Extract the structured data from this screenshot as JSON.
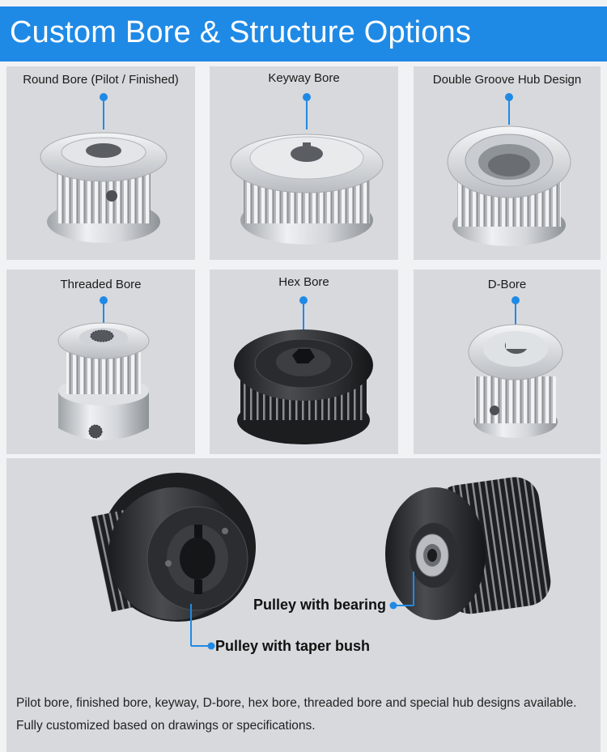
{
  "header": {
    "title": "Custom Bore & Structure Options"
  },
  "accent_color": "#1f8ae6",
  "panels": [
    {
      "label": "Round Bore (Pilot / Finished)",
      "icon": "round-bore-pulley-icon"
    },
    {
      "label": "Keyway Bore",
      "icon": "keyway-bore-pulley-icon"
    },
    {
      "label": "Double Groove Hub Design",
      "icon": "double-groove-hub-pulley-icon"
    },
    {
      "label": "Threaded Bore",
      "icon": "threaded-bore-pulley-icon"
    },
    {
      "label": "Hex Bore",
      "icon": "hex-bore-pulley-icon"
    },
    {
      "label": "D-Bore",
      "icon": "d-bore-pulley-icon"
    }
  ],
  "bottom": {
    "taper_bush_label": "Pulley with taper bush",
    "bearing_label": "Pulley with bearing",
    "caption_line1": "Pilot bore, finished bore, keyway, D-bore, hex bore, threaded bore and special hub designs available.",
    "caption_line2": "Fully customized based on drawings or specifications."
  }
}
